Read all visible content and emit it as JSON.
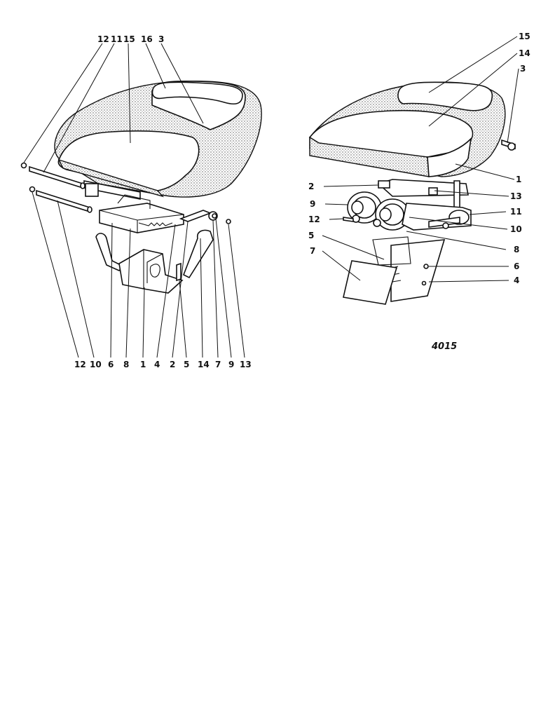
{
  "drawing_number": "4015",
  "left_view": {
    "top_callouts": [
      "12",
      "11",
      "15",
      "16",
      "3"
    ],
    "bottom_callouts": [
      "12",
      "10",
      "6",
      "8",
      "1",
      "4",
      "2",
      "5",
      "14",
      "7",
      "9",
      "13"
    ]
  },
  "right_view": {
    "callouts": [
      "15",
      "14",
      "3",
      "1",
      "2",
      "13",
      "9",
      "11",
      "12",
      "10",
      "5",
      "8",
      "7",
      "6",
      "4"
    ]
  }
}
